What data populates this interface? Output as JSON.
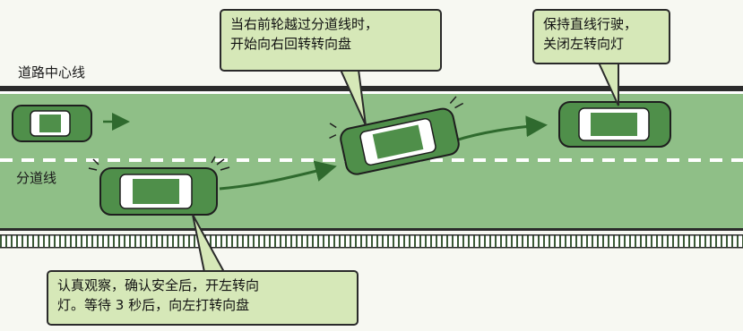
{
  "labels": {
    "center_line": "道路中心线",
    "lane_line": "分道线"
  },
  "callouts": {
    "top_middle": [
      "当右前轮越过分道线时，",
      "开始向右回转转向盘"
    ],
    "top_right": [
      "保持直线行驶，",
      "关闭左转向灯"
    ],
    "bottom_left": [
      "认真观察，确认安全后，开左转向",
      "灯。等待 3 秒后，向左打转向盘"
    ]
  },
  "colors": {
    "road": "#8fbf87",
    "road_dark": "#6fa86a",
    "callout_bg": "#d6e8b8",
    "car_body": "#4f8f4a",
    "car_roof": "#ffffff"
  },
  "icons": [
    "car-icon",
    "arrow-icon",
    "turn-signal-icon"
  ]
}
